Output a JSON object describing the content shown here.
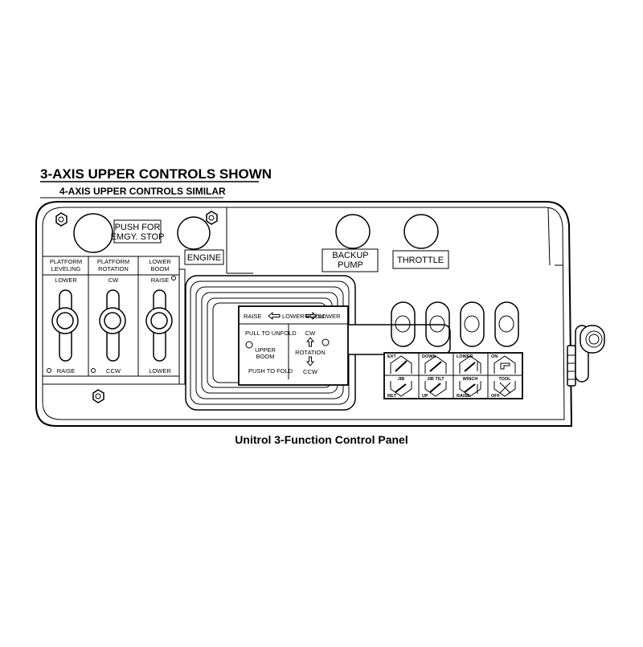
{
  "heading": {
    "title": "3-AXIS UPPER CONTROLS SHOWN",
    "subtitle": "4-AXIS UPPER CONTROLS SIMILAR"
  },
  "caption": "Unitrol 3-Function Control Panel",
  "top_labels": {
    "emergency_stop_line1": "PUSH FOR",
    "emergency_stop_line2": "EMGY. STOP",
    "engine": "ENGINE",
    "backup_pump_line1": "BACKUP",
    "backup_pump_line2": "PUMP",
    "throttle": "THROTTLE"
  },
  "levers": [
    {
      "header1": "PLATFORM",
      "header2": "LEVELING",
      "top": "LOWER",
      "bottom": "RAISE"
    },
    {
      "header1": "PLATFORM",
      "header2": "ROTATION",
      "top": "CW",
      "bottom": "CCW"
    },
    {
      "header1": "LOWER",
      "header2": "BOOM",
      "top": "RAISE",
      "bottom": "LOWER"
    }
  ],
  "joystick_decal": {
    "raise": "RAISE",
    "lower_boom": "LOWER BOOM",
    "lower": "LOWER",
    "pull_to_unfold": "PULL TO UNFOLD",
    "upper_line1": "UPPER",
    "upper_line2": "BOOM",
    "push_to_fold": "PUSH TO FOLD",
    "cw": "CW",
    "rotation": "ROTATION",
    "ccw": "CCW"
  },
  "function_decals": [
    {
      "top": "EXT",
      "name": "JIB",
      "bottom": "RET"
    },
    {
      "top": "DOWN",
      "name": "JIB TILT",
      "bottom": "UP"
    },
    {
      "top": "LOWER",
      "name": "WINCH",
      "bottom": "RAISE"
    },
    {
      "top": "ON",
      "name": "TOOL",
      "bottom": "OFF"
    }
  ]
}
